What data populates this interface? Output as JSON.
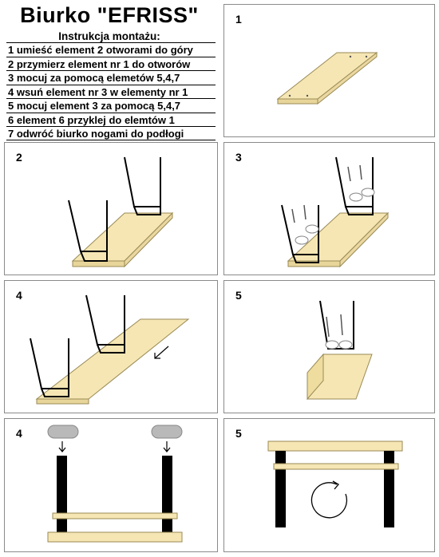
{
  "header": {
    "title": "Biurko \"EFRISS\"",
    "subtitle": "Instrukcja montażu:",
    "steps": [
      "1 umieść element 2 otworami do góry",
      "2 przymierz element nr 1 do otworów",
      "3 mocuj za pomocą elemetów 5,4,7",
      "4 wsuń element nr 3 w elementy nr 1",
      "5 mocuj element 3 za pomocą 5,4,7",
      "6 element 6 przyklej do elemtów 1",
      "7 odwróć biurko nogami do podłogi"
    ]
  },
  "panels": [
    {
      "label": "1"
    },
    {
      "label": "2"
    },
    {
      "label": "3"
    },
    {
      "label": "4"
    },
    {
      "label": "5"
    },
    {
      "label": "4"
    },
    {
      "label": "5"
    }
  ],
  "colors": {
    "wood": "#f5e6b4",
    "wood_edge": "#9a8a55",
    "leg": "#000000",
    "cap": "#b9b9b9",
    "panel_border": "#8a8a8a"
  }
}
